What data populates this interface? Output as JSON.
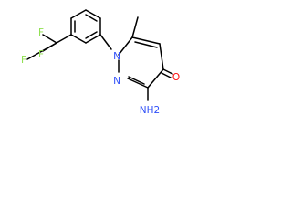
{
  "molecule": {
    "atoms": [
      {
        "id": "ring-n1",
        "element": "N",
        "label": "N"
      },
      {
        "id": "ring-n2",
        "element": "N",
        "label": "N"
      },
      {
        "id": "carbonyl-o",
        "element": "O",
        "label": "O"
      },
      {
        "id": "amino-n",
        "element": "N",
        "label": "NH2"
      },
      {
        "id": "fluorine-top",
        "element": "F",
        "label": "F"
      },
      {
        "id": "fluorine-left",
        "element": "F",
        "label": "F"
      },
      {
        "id": "fluorine-bottom",
        "element": "F",
        "label": "F"
      }
    ]
  },
  "colors": {
    "bond": "#000000",
    "nitrogen": "#3050F8",
    "oxygen": "#FF0D0D",
    "fluorine": "#90E050",
    "background": "#ffffff"
  }
}
